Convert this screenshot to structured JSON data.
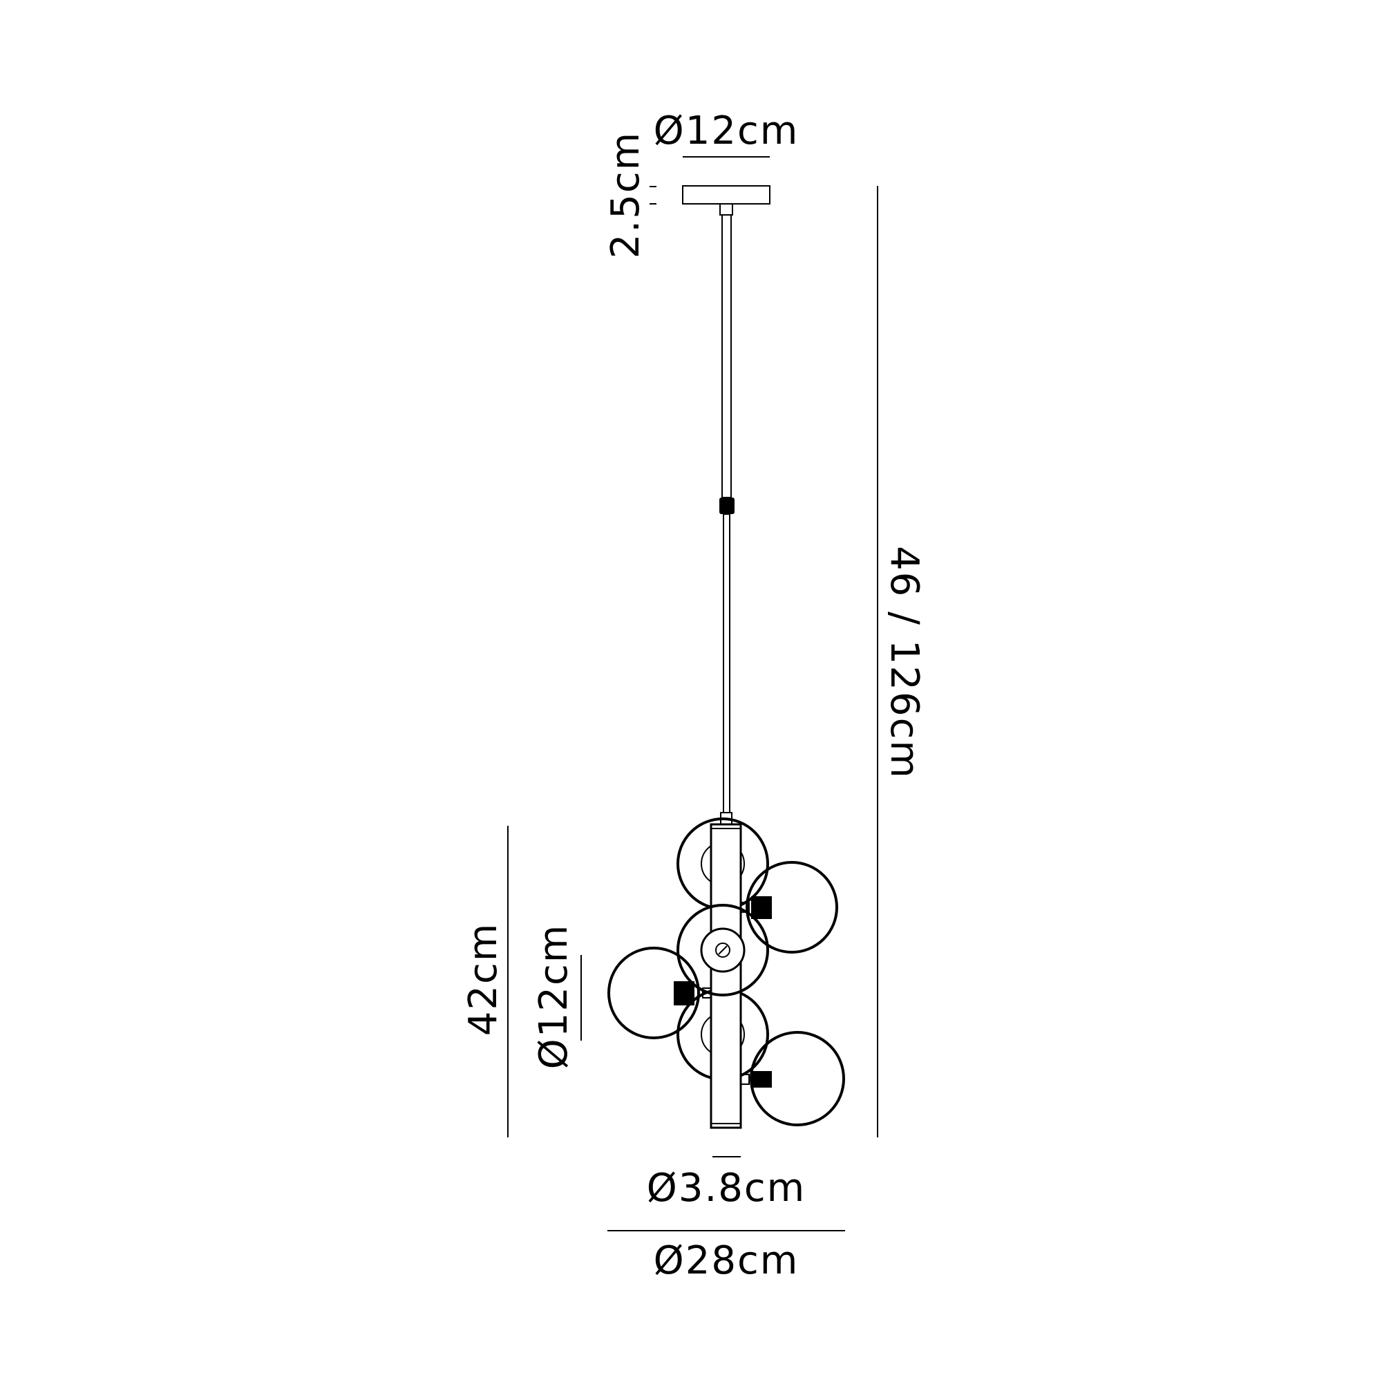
{
  "title": "Pendant light dimension drawing",
  "dimensions": {
    "canopy_diameter": "Ø12cm",
    "canopy_height": "2.5cm",
    "overall_height": "46 / 126cm",
    "body_height": "42cm",
    "globe_diameter": "Ø12cm",
    "tube_diameter": "Ø3.8cm",
    "overall_diameter": "Ø28cm"
  },
  "colors": {
    "line": "#000000",
    "background": "#ffffff"
  }
}
